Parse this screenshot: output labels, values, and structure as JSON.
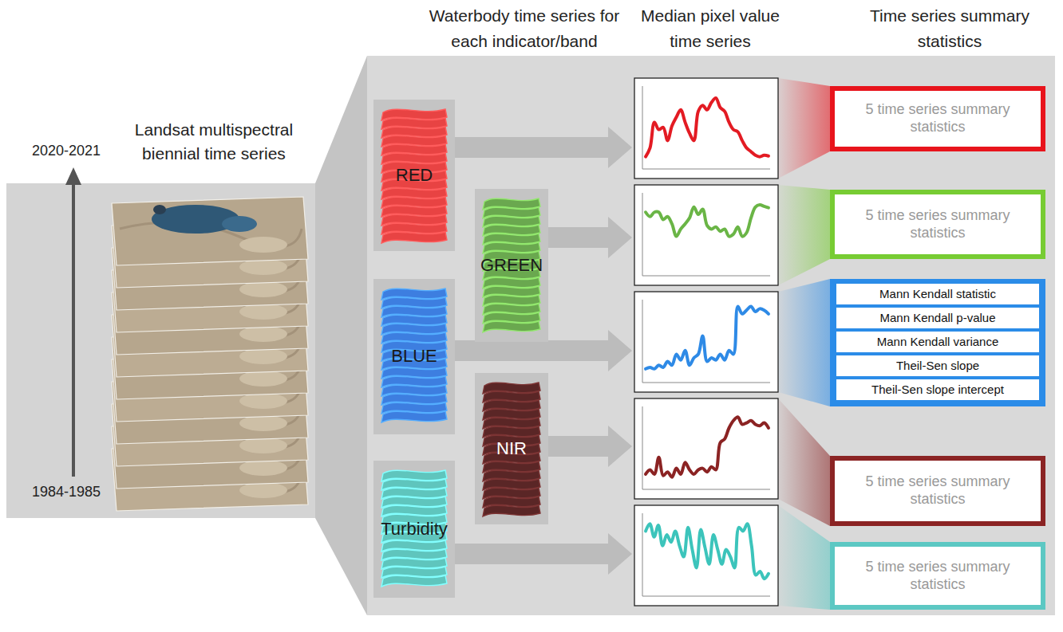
{
  "diagram": {
    "nodes": [
      {
        "text": [
          "RED"
        ]
      },
      {
        "text": [
          "GREEN"
        ]
      },
      {
        "text": [
          "BLUE"
        ]
      },
      {
        "text": [
          "NIR"
        ]
      },
      {
        "text": [
          "Turbidity"
        ]
      },
      {
        "text": [
          "5 time series summary statistics"
        ]
      },
      {
        "text": [
          "5 time series summary statistics"
        ]
      },
      {
        "text": [
          "Mann Kendall statistic"
        ]
      },
      {
        "text": [
          "Mann Kendall p-value"
        ]
      },
      {
        "text": [
          "Mann Kendall variance"
        ]
      },
      {
        "text": [
          "Theil-Sen slope"
        ]
      },
      {
        "text": [
          "Theil-Sen slope intercept"
        ]
      },
      {
        "text": [
          "5 time series summary statistics"
        ]
      },
      {
        "text": [
          "5 time series summary statistics"
        ]
      }
    ],
    "labels": [
      "Waterbody time series for each indicator/band",
      "Median pixel value time series",
      "Time series summary statistics",
      "Landsat multispectral biennial time series",
      "2020-2021",
      "1984-1985"
    ]
  }
}
